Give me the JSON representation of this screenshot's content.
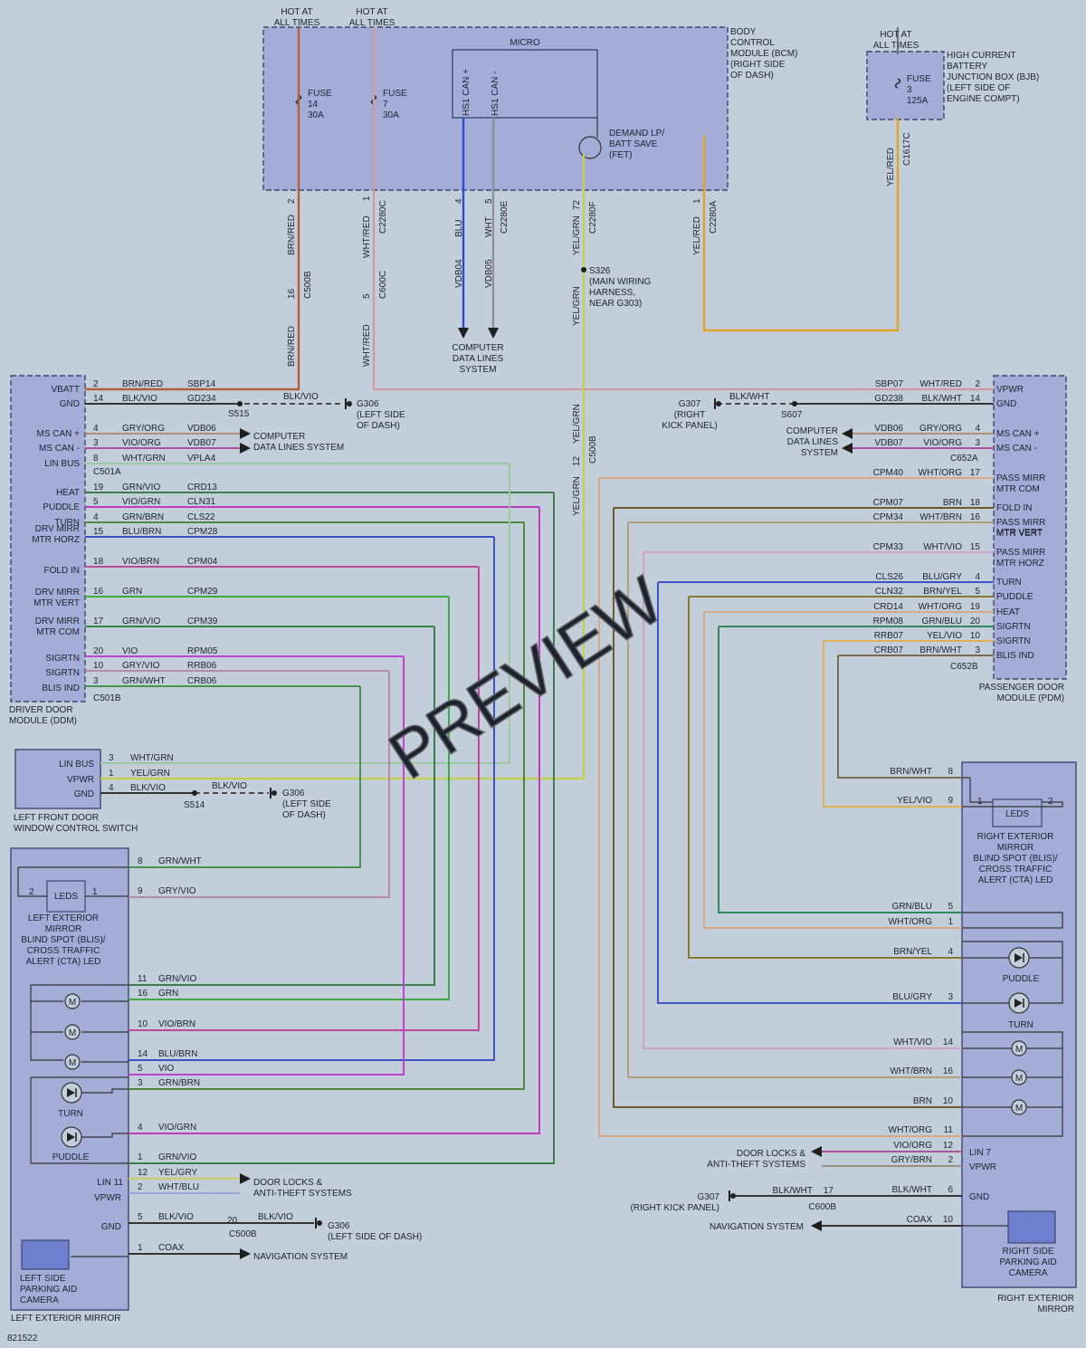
{
  "doc_id": "821522",
  "watermark": "PREVIEW",
  "hot_at_all_times": "HOT AT ALL TIMES",
  "bcm": {
    "name": [
      "BODY",
      "CONTROL",
      "MODULE (BCM)",
      "(RIGHT SIDE",
      "OF DASH)"
    ],
    "micro": "MICRO",
    "hs1_can_plus": "HS1 CAN +",
    "hs1_can_minus": "HS1 CAN -",
    "fuse14": [
      "FUSE",
      "14",
      "30A"
    ],
    "fuse7": [
      "FUSE",
      "7",
      "30A"
    ],
    "demand": [
      "DEMAND LP/",
      "BATT SAVE",
      "(FET)"
    ]
  },
  "bjb": {
    "name": [
      "HIGH CURRENT",
      "BATTERY",
      "JUNCTION BOX (BJB)",
      "(LEFT SIDE OF",
      "ENGINE COMPT)"
    ],
    "fuse3": [
      "FUSE",
      "3",
      "125A"
    ],
    "connector": "C1617C",
    "wire": "YEL/RED"
  },
  "vertical_wires": {
    "brn_red": "BRN/RED",
    "pin_2": "2",
    "pin_16": "16",
    "c500b": "C500B",
    "wht_red": "WHT/RED",
    "pin_1": "1",
    "pin_5": "5",
    "c2280c": "C2280C",
    "c600c": "C600C",
    "blu": "BLU",
    "pin_4": "4",
    "vdb04": "VDB04",
    "wht": "WHT",
    "c2280e": "C2280E",
    "vdb05": "VDB05",
    "yel_grn": "YEL/GRN",
    "pin_72": "72",
    "c2280f": "C2280F",
    "c2280a": "C2280A",
    "yel_red": "YEL/RED",
    "pin_12": "12",
    "computer_data_lines": [
      "COMPUTER",
      "DATA LINES",
      "SYSTEM"
    ],
    "s326": [
      "S326",
      "(MAIN WIRING",
      "HARNESS,",
      "NEAR G303)"
    ]
  },
  "ddm": {
    "name": [
      "DRIVER DOOR",
      "MODULE (DDM)"
    ],
    "c501a": "C501A",
    "c501b": "C501B",
    "rows": [
      {
        "label": "VBATT",
        "pin": "2",
        "wire": "BRN/RED",
        "circuit": "SBP14"
      },
      {
        "label": "GND",
        "pin": "14",
        "wire": "BLK/VIO",
        "circuit": "GD234"
      },
      {
        "label": "MS CAN +",
        "pin": "4",
        "wire": "GRY/ORG",
        "circuit": "VDB06"
      },
      {
        "label": "MS CAN -",
        "pin": "3",
        "wire": "VIO/ORG",
        "circuit": "VDB07"
      },
      {
        "label": "LIN BUS",
        "pin": "8",
        "wire": "WHT/GRN",
        "circuit": "VPLA4"
      },
      {
        "label": "HEAT",
        "pin": "19",
        "wire": "GRN/VIO",
        "circuit": "CRD13"
      },
      {
        "label": "PUDDLE",
        "pin": "5",
        "wire": "VIO/GRN",
        "circuit": "CLN31"
      },
      {
        "label": "TURN",
        "pin": "4",
        "wire": "GRN/BRN",
        "circuit": "CLS22"
      },
      {
        "label": "DRV MIRR MTR HORZ",
        "pin": "15",
        "wire": "BLU/BRN",
        "circuit": "CPM28"
      },
      {
        "label": "FOLD IN",
        "pin": "18",
        "wire": "VIO/BRN",
        "circuit": "CPM04"
      },
      {
        "label": "DRV MIRR MTR VERT",
        "pin": "16",
        "wire": "GRN",
        "circuit": "CPM29"
      },
      {
        "label": "DRV MIRR MTR COM",
        "pin": "17",
        "wire": "GRN/VIO",
        "circuit": "CPM39"
      },
      {
        "label": "SIGRTN",
        "pin": "20",
        "wire": "VIO",
        "circuit": "RPM05"
      },
      {
        "label": "SIGRTN",
        "pin": "10",
        "wire": "GRY/VIO",
        "circuit": "RRB06"
      },
      {
        "label": "BLIS IND",
        "pin": "3",
        "wire": "GRN/WHT",
        "circuit": "CRB06"
      }
    ],
    "s515": "S515",
    "g306_blkvio": "BLK/VIO",
    "g306": [
      "G306",
      "(LEFT SIDE",
      "OF DASH)"
    ],
    "computer_data": [
      "COMPUTER",
      "DATA LINES SYSTEM"
    ]
  },
  "pdm": {
    "name": [
      "PASSENGER DOOR",
      "MODULE (PDM)"
    ],
    "c652a": "C652A",
    "c652b": "C652B",
    "rows": [
      {
        "label": "VPWR",
        "pin": "2",
        "wire": "WHT/RED",
        "circuit": "SBP07"
      },
      {
        "label": "GND",
        "pin": "14",
        "wire": "BLK/WHT",
        "circuit": "GD238"
      },
      {
        "label": "MS CAN +",
        "pin": "4",
        "wire": "GRY/ORG",
        "circuit": "VDB06"
      },
      {
        "label": "MS CAN -",
        "pin": "3",
        "wire": "VIO/ORG",
        "circuit": "VDB07"
      },
      {
        "label": "PASS MIRR MTR COM",
        "pin": "17",
        "wire": "WHT/ORG",
        "circuit": "CPM40"
      },
      {
        "label": "FOLD IN",
        "pin": "18",
        "wire": "BRN",
        "circuit": "CPM07"
      },
      {
        "label": "PASS MIRR MTR VERT",
        "pin": "16",
        "wire": "WHT/BRN",
        "circuit": "CPM34"
      },
      {
        "label": "PASS MIRR MTR HORZ",
        "pin": "15",
        "wire": "WHT/VIO",
        "circuit": "CPM33"
      },
      {
        "label": "TURN",
        "pin": "4",
        "wire": "BLU/GRY",
        "circuit": "CLS26"
      },
      {
        "label": "PUDDLE",
        "pin": "5",
        "wire": "BRN/YEL",
        "circuit": "CLN32"
      },
      {
        "label": "HEAT",
        "pin": "19",
        "wire": "WHT/ORG",
        "circuit": "CRD14"
      },
      {
        "label": "SIGRTN",
        "pin": "20",
        "wire": "GRN/BLU",
        "circuit": "RPM08"
      },
      {
        "label": "SIGRTN",
        "pin": "10",
        "wire": "YEL/VIO",
        "circuit": "RRB07"
      },
      {
        "label": "BLIS IND",
        "pin": "3",
        "wire": "BRN/WHT",
        "circuit": "CRB07"
      }
    ],
    "s607": "S607",
    "g307_blkwht": "BLK/WHT",
    "g307": [
      "G307",
      "(RIGHT",
      "KICK PANEL)"
    ],
    "computer_data": [
      "COMPUTER",
      "DATA LINES",
      "SYSTEM"
    ]
  },
  "wcs": {
    "name": [
      "LEFT FRONT DOOR",
      "WINDOW CONTROL SWITCH"
    ],
    "rows": [
      {
        "label": "LIN BUS",
        "pin": "3",
        "wire": "WHT/GRN"
      },
      {
        "label": "VPWR",
        "pin": "1",
        "wire": "YEL/GRN"
      },
      {
        "label": "GND",
        "pin": "4",
        "wire": "BLK/VIO"
      }
    ],
    "s514": "S514",
    "g306_blkvio": "BLK/VIO",
    "g306": [
      "G306",
      "(LEFT SIDE",
      "OF DASH)"
    ]
  },
  "lem": {
    "name": "LEFT EXTERIOR MIRROR",
    "leds": "LEDS",
    "led_desc": [
      "LEFT EXTERIOR",
      "MIRROR",
      "BLIND SPOT (BLIS)/",
      "CROSS TRAFFIC",
      "ALERT (CTA) LED"
    ],
    "led_pin_2": "2",
    "led_pin_1": "1",
    "turn": "TURN",
    "puddle": "PUDDLE",
    "lin11": "LIN 11",
    "vpwr": "VPWR",
    "gnd": "GND",
    "camera": [
      "LEFT SIDE",
      "PARKING AID",
      "CAMERA"
    ],
    "rows": [
      {
        "pin": "8",
        "wire": "GRN/WHT"
      },
      {
        "pin": "9",
        "wire": "GRY/VIO"
      },
      {
        "pin": "11",
        "wire": "GRN/VIO"
      },
      {
        "pin": "16",
        "wire": "GRN"
      },
      {
        "pin": "10",
        "wire": "VIO/BRN"
      },
      {
        "pin": "14",
        "wire": "BLU/BRN"
      },
      {
        "pin": "5",
        "wire": "VIO"
      },
      {
        "pin": "3",
        "wire": "GRN/BRN"
      },
      {
        "pin": "4",
        "wire": "VIO/GRN"
      },
      {
        "pin": "1",
        "wire": "GRN/VIO"
      },
      {
        "pin": "12",
        "wire": "YEL/GRY"
      },
      {
        "pin": "2",
        "wire": "WHT/BLU"
      },
      {
        "pin": "5",
        "wire": "BLK/VIO"
      },
      {
        "pin": "1",
        "wire": "COAX"
      }
    ],
    "door_locks": [
      "DOOR LOCKS &",
      "ANTI-THEFT SYSTEMS"
    ],
    "gnd_pin_20": "20",
    "gnd_wire_2": "BLK/VIO",
    "c500b": "C500B",
    "g306": [
      "G306",
      "(LEFT SIDE OF DASH)"
    ],
    "nav": "NAVIGATION SYSTEM"
  },
  "rem": {
    "name": [
      "RIGHT EXTERIOR",
      "MIRROR"
    ],
    "leds": "LEDS",
    "led_desc": [
      "RIGHT EXTERIOR",
      "MIRROR",
      "BLIND SPOT (BLIS)/",
      "CROSS TRAFFIC",
      "ALERT (CTA) LED"
    ],
    "led_pin_1": "1",
    "led_pin_2": "2",
    "puddle": "PUDDLE",
    "turn": "TURN",
    "lin7": "LIN 7",
    "vpwr": "VPWR",
    "gnd": "GND",
    "camera": [
      "RIGHT SIDE",
      "PARKING AID",
      "CAMERA"
    ],
    "rows": [
      {
        "pin": "8",
        "wire": "BRN/WHT"
      },
      {
        "pin": "9",
        "wire": "YEL/VIO"
      },
      {
        "pin": "5",
        "wire": "GRN/BLU"
      },
      {
        "pin": "1",
        "wire": "WHT/ORG"
      },
      {
        "pin": "4",
        "wire": "BRN/YEL"
      },
      {
        "pin": "3",
        "wire": "BLU/GRY"
      },
      {
        "pin": "14",
        "wire": "WHT/VIO"
      },
      {
        "pin": "16",
        "wire": "WHT/BRN"
      },
      {
        "pin": "10",
        "wire": "BRN"
      },
      {
        "pin": "11",
        "wire": "WHT/ORG"
      },
      {
        "pin": "12",
        "wire": "VIO/ORG"
      },
      {
        "pin": "2",
        "wire": "GRY/BRN"
      },
      {
        "pin": "6",
        "wire": "BLK/WHT"
      },
      {
        "pin": "10",
        "wire": "COAX"
      }
    ],
    "door_locks": [
      "DOOR LOCKS &",
      "ANTI-THEFT SYSTEMS"
    ],
    "gnd_pin_17": "17",
    "gnd_wire_2": "BLK/WHT",
    "c600b": "C600B",
    "g307": [
      "G307",
      "(RIGHT KICK PANEL)"
    ],
    "nav": "NAVIGATION SYSTEM"
  },
  "colors": {
    "brn_red": "#b0603a",
    "wht_red": "#d29a9a",
    "blu": "#2f4cd0",
    "wht": "#8a8f9a",
    "yel_grn": "#c4d04a",
    "yel_red": "#e0a52a",
    "gry_org": "#b09070",
    "vio_org": "#b050a0",
    "wht_grn": "#9ec9a0",
    "grn_vio": "#3c7e4a",
    "vio_grn": "#c03cc0",
    "grn_brn": "#4f8a3a",
    "blu_brn": "#3c50c8",
    "vio_brn": "#c048a0",
    "grn": "#3cad3c",
    "vio": "#c040d8",
    "gry_vio": "#b48aa8",
    "grn_wht": "#4a9050",
    "blk": "#1e1e1e",
    "brn": "#6e5a2a",
    "wht_brn": "#b0a080",
    "wht_vio": "#d0a0d0",
    "blu_gry": "#4056c8",
    "brn_yel": "#8a7a30",
    "wht_org": "#d6a888",
    "grn_blu": "#2f8a5a",
    "yel_vio": "#e0b050",
    "brn_wht": "#7a6a50",
    "yel_gry": "#cdd060",
    "wht_blu": "#9aa4e0",
    "gry_brn": "#9a8a80"
  }
}
